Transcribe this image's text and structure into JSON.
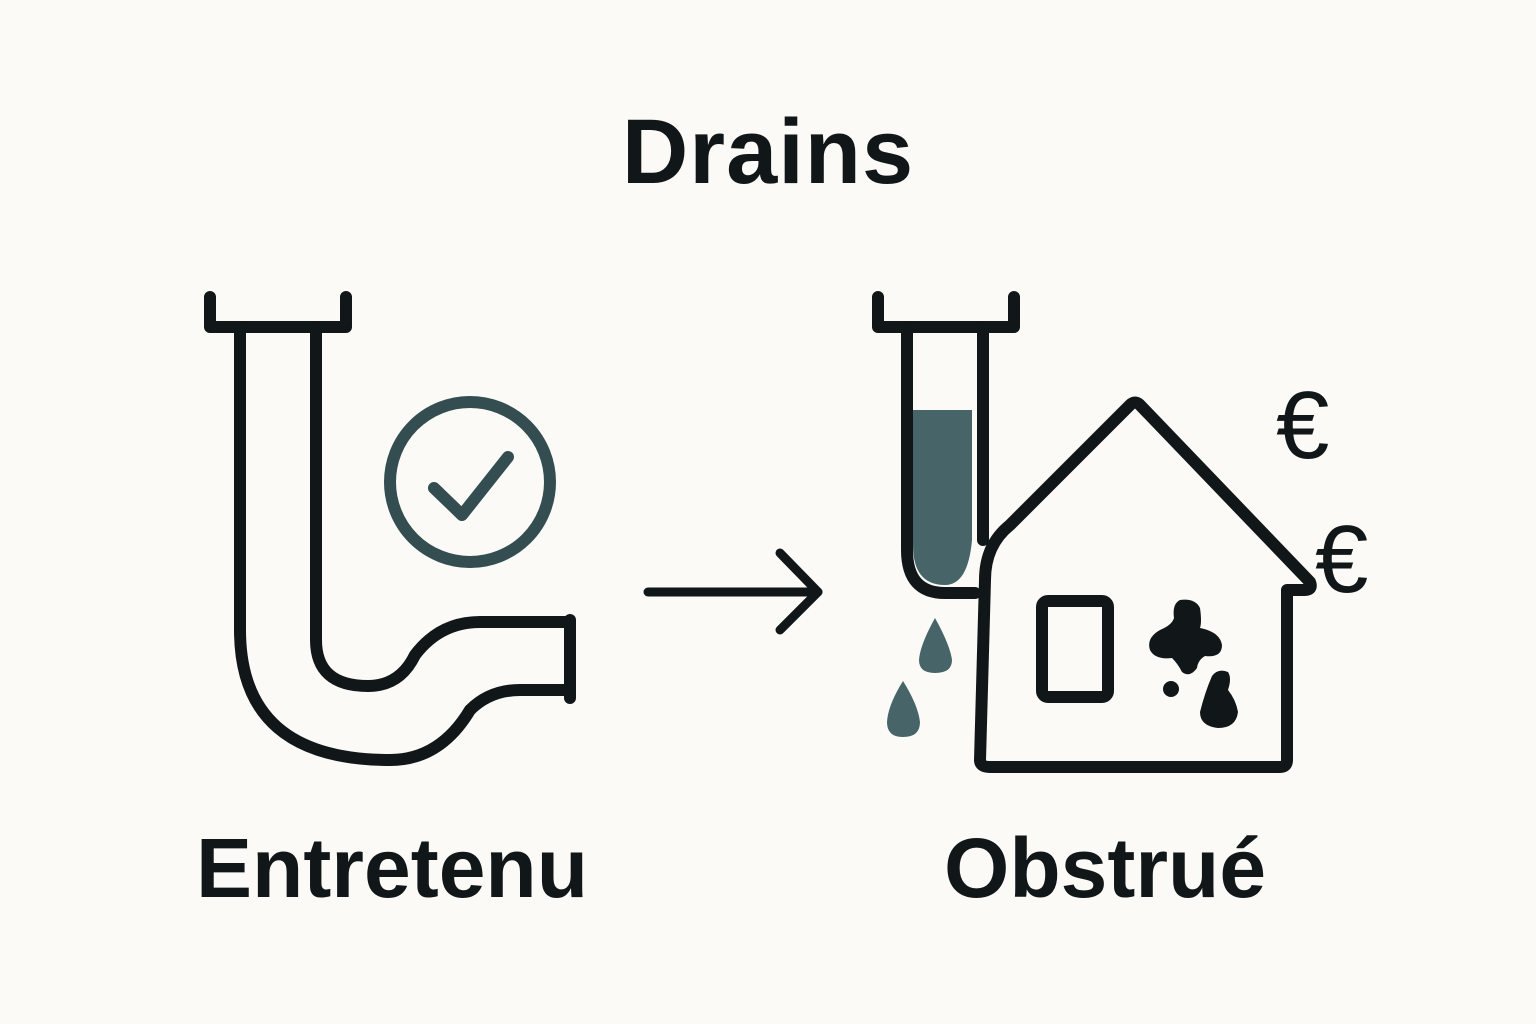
{
  "title": "Drains",
  "left": {
    "label": "Entretenu",
    "icon": "pipe-with-check-icon"
  },
  "right": {
    "label": "Obstrué",
    "icon": "clogged-pipe-house-icon"
  },
  "arrow": "right-arrow-icon",
  "currency_symbol": "€",
  "colors": {
    "background": "#fbfaf6",
    "stroke": "#111719",
    "accent": "#476568",
    "check": "#334d51"
  }
}
